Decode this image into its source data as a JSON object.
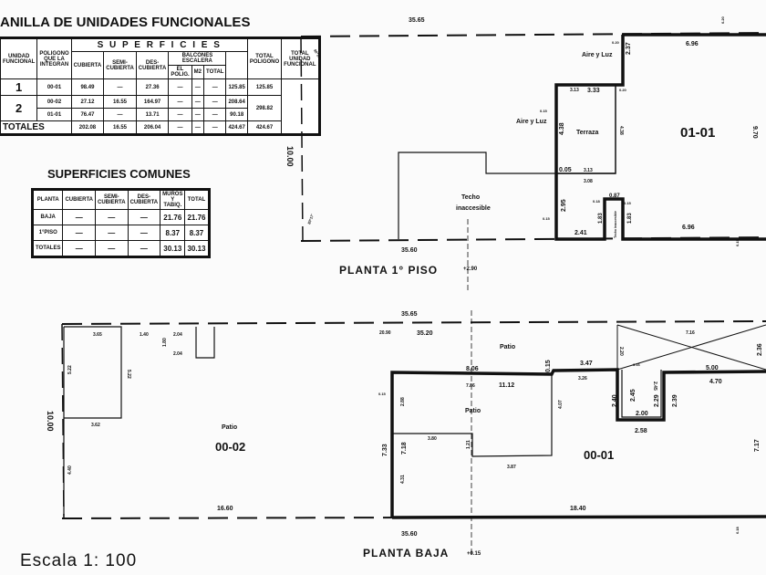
{
  "units_table": {
    "title": "ANILLA DE UNIDADES FUNCIONALES",
    "group_header": "S U P E R F I C I E S",
    "headers": [
      "UNIDAD FUNCIONAL",
      "POLIGONO QUE LA INTEGRAN",
      "CUBIERTA",
      "SEMI-CUBIERTA",
      "DES-CUBIERTA",
      "BALCONES ESCALERA",
      "EL POLIG.",
      "M2",
      "TOTAL",
      "TOTAL POLIGONO",
      "TOTAL UNIDAD FUNCIONAL"
    ],
    "rows": [
      {
        "unit": "1",
        "poligono": "00-01",
        "cubierta": "98.49",
        "semi": "—",
        "des": "27.36",
        "b1": "—",
        "b2": "—",
        "b3": "—",
        "total_pol": "125.85",
        "total_uf": "125.85"
      },
      {
        "unit": "2",
        "poligono": "00-02",
        "cubierta": "27.12",
        "semi": "16.55",
        "des": "164.97",
        "b1": "—",
        "b2": "—",
        "b3": "—",
        "total_pol": "208.64",
        "total_uf": "298.82"
      },
      {
        "unit": "",
        "poligono": "01-01",
        "cubierta": "76.47",
        "semi": "—",
        "des": "13.71",
        "b1": "—",
        "b2": "—",
        "b3": "—",
        "total_pol": "90.18",
        "total_uf": ""
      }
    ],
    "totals": {
      "label": "TOTALES",
      "cubierta": "202.08",
      "semi": "16.55",
      "des": "206.04",
      "b1": "—",
      "b2": "—",
      "b3": "—",
      "total_pol": "424.67",
      "total_uf": "424.67"
    }
  },
  "common_table": {
    "title": "SUPERFICIES COMUNES",
    "headers": [
      "PLANTA",
      "CUBIERTA",
      "SEMI-CUBIERTA",
      "DES-CUBIERTA",
      "MUROS Y TABIQ.",
      "TOTAL"
    ],
    "rows": [
      [
        "BAJA",
        "—",
        "—",
        "—",
        "21.76",
        "21.76"
      ],
      [
        "1°PISO",
        "—",
        "—",
        "—",
        "8.37",
        "8.37"
      ],
      [
        "TOTALES",
        "—",
        "—",
        "—",
        "30.13",
        "30.13"
      ]
    ]
  },
  "upper_plan": {
    "title": "PLANTA 1° PISO",
    "level": "+2.90",
    "unit": "01-01",
    "rooms": [
      "Aire y Luz",
      "Aire y Luz",
      "Terraza",
      "Techo",
      "inaccesible",
      "Techo inaccesible"
    ],
    "dims": [
      "35.65",
      "35.60",
      "10.00",
      "6.96",
      "6.96",
      "9.70",
      "2.37",
      "3.33",
      "3.13",
      "4.38",
      "4.38",
      "0.05",
      "3.13",
      "3.08",
      "2.95",
      "2.41",
      "1.83",
      "1.83",
      "0.87",
      "0.20",
      "0.20",
      "0.15",
      "0.15",
      "0.20",
      "0.18",
      "0.15",
      "0.15",
      "80°17'",
      "80°17'"
    ]
  },
  "lower_plan": {
    "title": "PLANTA BAJA",
    "level": "+0.15",
    "units": [
      "00-02",
      "00-01"
    ],
    "rooms": [
      "Patio",
      "Patio",
      "Patio"
    ],
    "dims": [
      "35.65",
      "35.60",
      "20.90",
      "35.20",
      "3.65",
      "1.40",
      "2.04",
      "2.04",
      "1.80",
      "5.22",
      "5.22",
      "3.62",
      "10.00",
      "4.40",
      "16.60",
      "8.06",
      "7.86",
      "11.12",
      "0.15",
      "3.47",
      "3.26",
      "7.16",
      "2.20",
      "2.36",
      "3.16",
      "5.00",
      "4.70",
      "2.40",
      "2.45",
      "2.45",
      "2.29",
      "2.39",
      "2.00",
      "2.58",
      "0.15",
      "2.88",
      "7.33",
      "7.18",
      "3.80",
      "1.21",
      "3.87",
      "4.07",
      "4.31",
      "18.40",
      "7.17",
      "0.18"
    ]
  },
  "scale": "Escala 1: 100"
}
